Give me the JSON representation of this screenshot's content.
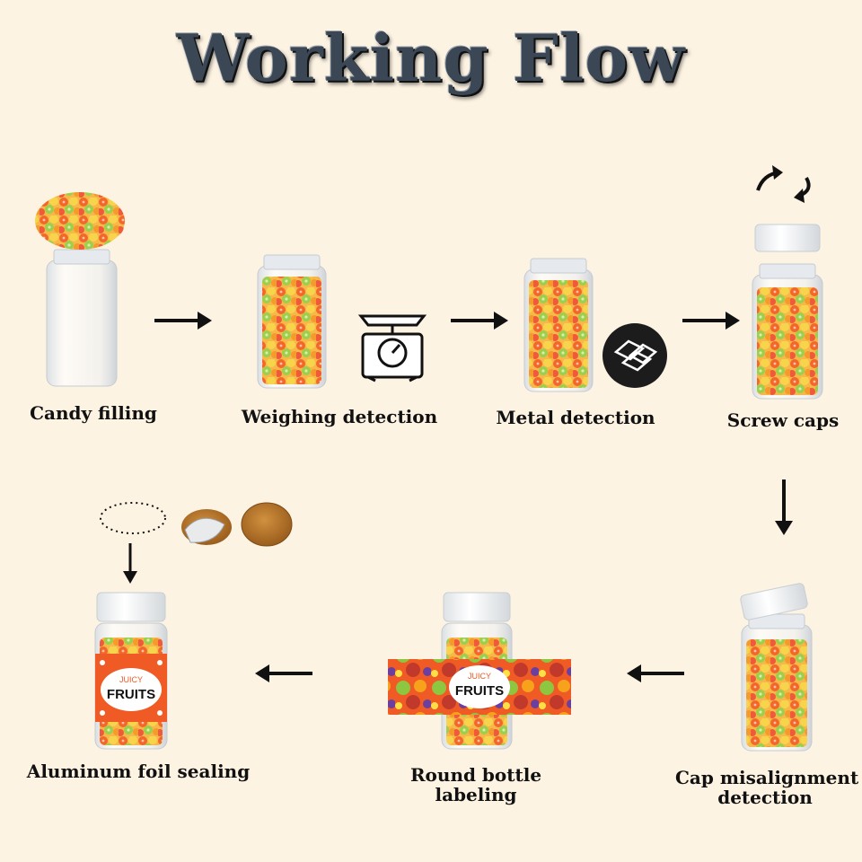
{
  "title": "Working Flow",
  "steps": [
    {
      "label": "Candy filling"
    },
    {
      "label": "Weighing detection"
    },
    {
      "label": "Metal detection"
    },
    {
      "label": "Screw caps"
    },
    {
      "label": "Cap misalignment",
      "label2": "detection"
    },
    {
      "label": "Round bottle",
      "label2": "labeling"
    },
    {
      "label": "Aluminum foil sealing"
    }
  ],
  "product_label": {
    "top": "JUICY",
    "main": "FRUITS"
  },
  "colors": {
    "background": "#fdf3e3",
    "label_orange": "#f05a24",
    "arrow": "#111111",
    "foil": "#b8742a"
  }
}
